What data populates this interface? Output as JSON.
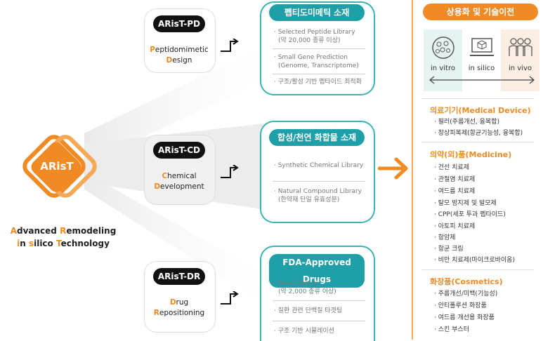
{
  "logo": {
    "text": "ARisT",
    "tagline_line1": [
      "A",
      "dvanced ",
      "R",
      "emodeling"
    ],
    "tagline_line2": [
      "i",
      "n ",
      "s",
      "ilico ",
      "T",
      "echnology"
    ]
  },
  "modules": [
    {
      "pill": "ARisT-PD",
      "desc_line1": [
        "P",
        "eptidomimetic"
      ],
      "desc_line2": [
        "D",
        "esign"
      ]
    },
    {
      "pill": "ARisT-CD",
      "desc_line1": [
        "C",
        "hemical"
      ],
      "desc_line2": [
        "D",
        "evelopment"
      ]
    },
    {
      "pill": "ARisT-DR",
      "desc_line1": [
        "D",
        "rug"
      ],
      "desc_line2": [
        "R",
        "epositioning"
      ]
    }
  ],
  "libraries": [
    {
      "title": "펩티도미메틱 소재",
      "items": [
        [
          "· Selected Peptide Library",
          "(약 20,000 종류 이상)"
        ],
        [
          "· Small Gene Prediction",
          "(Genome, Transcriptome)"
        ],
        [
          "· 구조/활성 기반 펩타이드 최적화"
        ]
      ]
    },
    {
      "title": "합성/천연 화합물 소재",
      "items": [
        [
          "· Synthetic Chemical Library"
        ],
        [
          "· Natural Compound Library",
          "(한약재 단일 유효성분)"
        ]
      ]
    },
    {
      "title": "FDA-Approved Drugs",
      "items": [
        [
          "· Drug Library",
          "(약 2,000 종류 이상)"
        ],
        [
          "· 질환 관련 단백질 타겟팅"
        ],
        [
          "· 구조 기반 시뮬레이션"
        ]
      ]
    }
  ],
  "commercial": {
    "title": "상용화 및 기술이전",
    "stages": [
      {
        "label": "in vitro",
        "icon": "cells-icon"
      },
      {
        "label": "in silico",
        "icon": "computer-icon"
      },
      {
        "label": "in vivo",
        "icon": "people-icon"
      }
    ],
    "categories": [
      {
        "name": "의료기기(Medical Device)",
        "items": [
          "· 필러(주름개선, 융복합)",
          "· 창상피복제(항균기능성, 융복합)"
        ]
      },
      {
        "name": "의약(외)품(Medicine)",
        "items": [
          "· 건선 치료제",
          "· 관절염 치료제",
          "· 여드름 치료제",
          "· 탈모 방지제 및 발모제",
          "· CPP(세포 투과 펩타이드)",
          "· 아토피 치료제",
          "· 항암제",
          "· 항균 크림",
          "· 비만 치료제(마이크로바이옴)"
        ]
      },
      {
        "name": "화장품(Cosmetics)",
        "items": [
          "· 주름개선/미백(기능성)",
          "· 안티폴루션 화장품",
          "· 여드름 개선용 화장품",
          "· 스킨 부스터"
        ]
      }
    ]
  },
  "colors": {
    "orange": "#f08a24",
    "teal": "#1fa0a8",
    "teal_border": "#3cb3b3"
  }
}
